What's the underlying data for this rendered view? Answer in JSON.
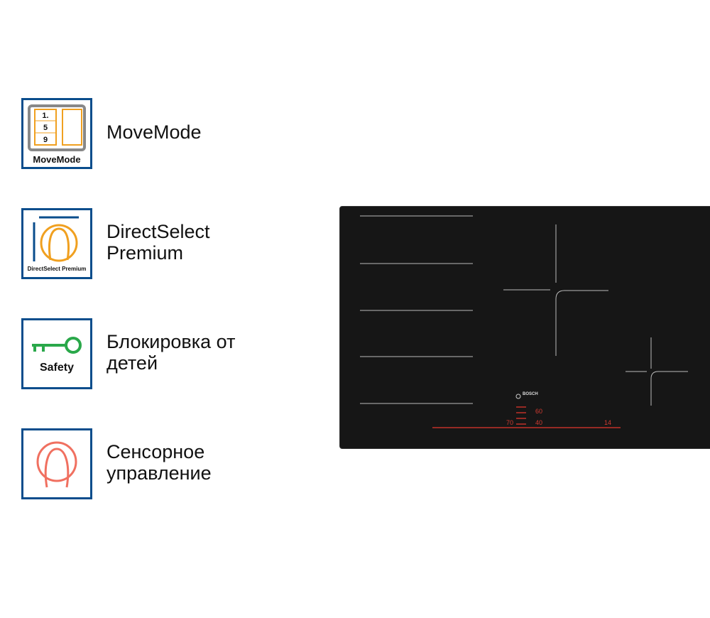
{
  "features": [
    {
      "label": "MoveMode",
      "icon": "movemode-icon",
      "icon_caption": "MoveMode",
      "icon_digits": [
        "1.",
        "5",
        "9"
      ]
    },
    {
      "label_lines": [
        "DirectSelect",
        "Premium"
      ],
      "icon": "directselect-icon",
      "icon_caption": "DirectSelect Premium"
    },
    {
      "label_lines": [
        "Блокировка от",
        "детей"
      ],
      "icon": "safety-key-icon",
      "icon_caption": "Safety"
    },
    {
      "label_lines": [
        "Сенсорное",
        "управление"
      ],
      "icon": "touch-control-icon"
    }
  ],
  "cooktop": {
    "brand": "BOSCH",
    "display_values": [
      "60",
      "70",
      "40",
      "14"
    ]
  },
  "colors": {
    "frame": "#0a4d8c",
    "orange": "#f0a020",
    "green": "#2aa84a",
    "red": "#f07060"
  }
}
